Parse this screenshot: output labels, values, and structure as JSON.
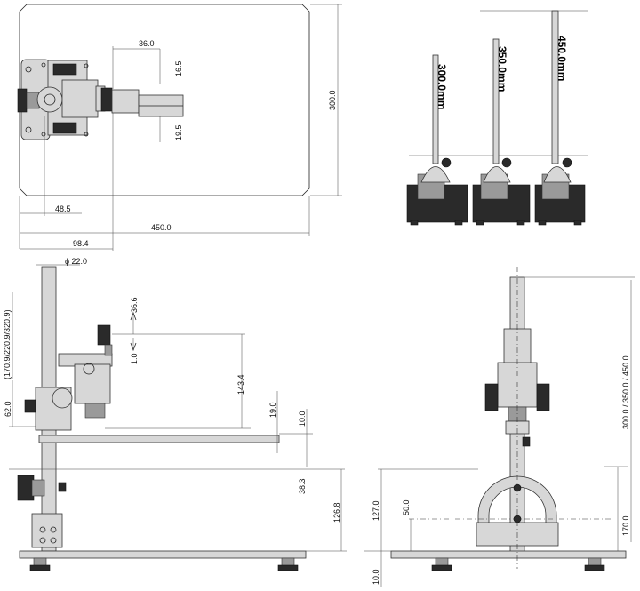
{
  "dimensions": {
    "top_view": {
      "width": "450.0",
      "height": "300.0",
      "offset_x": "36.0",
      "upper_gap": "16.5",
      "lower_gap": "19.5",
      "edge_to_pillar": "48.5",
      "edge_to_arm": "98.4"
    },
    "side_view": {
      "pillar_dia": "ϕ 22.0",
      "travel_up": "36.6",
      "travel_down": "1.0",
      "holder_height": "143.4",
      "arm_thickness": "19.0",
      "arm_to_stage": "10.0",
      "stage_height": "38.3",
      "base_to_stage": "126.8",
      "block_height": "62.0",
      "variants": "(170.9/220.9/320.9)"
    },
    "front_view": {
      "pillar_lengths": "300.0 / 350.0 / 450.0",
      "yoke_height": "127.0",
      "yoke_center": "50.0",
      "yoke_width": "170.0",
      "foot_height": "10.0"
    }
  },
  "photo_labels": [
    "300.0mm",
    "350.0mm",
    "450.0mm"
  ]
}
